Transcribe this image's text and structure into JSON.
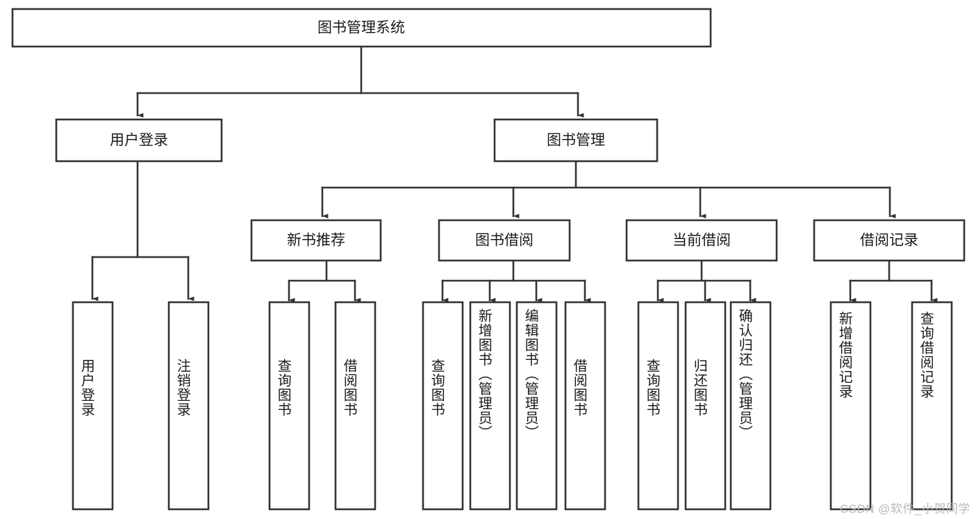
{
  "diagram": {
    "type": "tree-hierarchy-flowchart",
    "title": "图书管理系统",
    "root": {
      "id": "root",
      "label": "图书管理系统"
    },
    "level2": [
      {
        "id": "user-login",
        "label": "用户登录"
      },
      {
        "id": "book-manage",
        "label": "图书管理"
      }
    ],
    "level3": [
      {
        "id": "new-book-recommend",
        "label": "新书推荐",
        "parent": "book-manage"
      },
      {
        "id": "book-borrow",
        "label": "图书借阅",
        "parent": "book-manage"
      },
      {
        "id": "current-borrow",
        "label": "当前借阅",
        "parent": "book-manage"
      },
      {
        "id": "borrow-record",
        "label": "借阅记录",
        "parent": "book-manage"
      }
    ],
    "leaves": [
      {
        "id": "leaf-user-login",
        "label": "用户登录",
        "parent": "user-login"
      },
      {
        "id": "leaf-logout-login",
        "label": "注销登录",
        "parent": "user-login"
      },
      {
        "id": "leaf-query-book-1",
        "label": "查询图书",
        "parent": "new-book-recommend"
      },
      {
        "id": "leaf-borrow-book-1",
        "label": "借阅图书",
        "parent": "new-book-recommend"
      },
      {
        "id": "leaf-query-book-2",
        "label": "查询图书",
        "parent": "book-borrow"
      },
      {
        "id": "leaf-add-book",
        "label": "新增图书（管理员）",
        "parent": "book-borrow"
      },
      {
        "id": "leaf-edit-book",
        "label": "编辑图书（管理员）",
        "parent": "book-borrow"
      },
      {
        "id": "leaf-borrow-book-2",
        "label": "借阅图书",
        "parent": "book-borrow"
      },
      {
        "id": "leaf-query-book-3",
        "label": "查询图书",
        "parent": "current-borrow"
      },
      {
        "id": "leaf-return-book",
        "label": "归还图书",
        "parent": "current-borrow"
      },
      {
        "id": "leaf-confirm-return",
        "label": "确认归还（管理员）",
        "parent": "current-borrow"
      },
      {
        "id": "leaf-add-record",
        "label": "新增借阅记录",
        "parent": "borrow-record"
      },
      {
        "id": "leaf-query-record",
        "label": "查询借阅记录",
        "parent": "borrow-record"
      }
    ]
  },
  "watermark": {
    "text": "CSDN @软件_小贺同学"
  },
  "colors": {
    "stroke": "#333333",
    "box_fill": "#ffffff",
    "text": "#1a1a1a",
    "background": "#ffffff",
    "watermark": "#b9b9b9"
  }
}
